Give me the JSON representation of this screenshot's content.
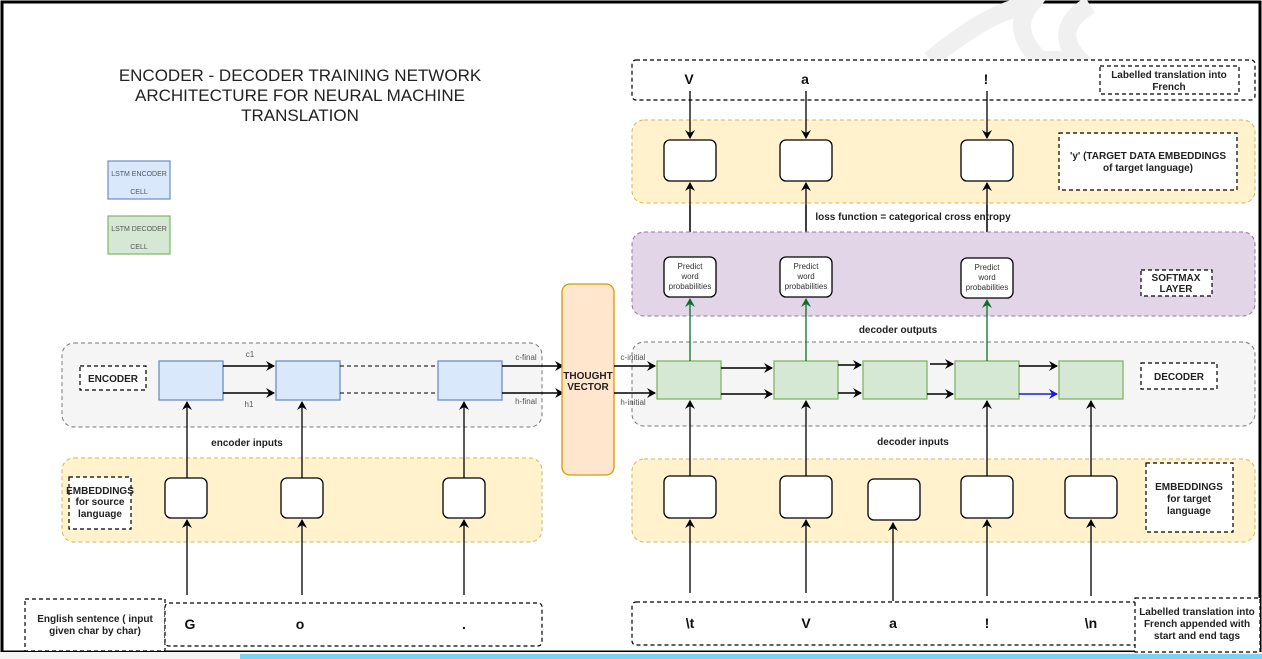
{
  "title": [
    "ENCODER - DECODER TRAINING NETWORK",
    "ARCHITECTURE FOR NEURAL MACHINE",
    "TRANSLATION"
  ],
  "legend": [
    {
      "line1": "LSTM ENCODER",
      "line2": "CELL",
      "fill": "#dae8fc",
      "stroke": "#6c8ebf"
    },
    {
      "line1": "LSTM DECODER",
      "line2": "CELL",
      "fill": "#d5e8d4",
      "stroke": "#82b366"
    }
  ],
  "encoder": {
    "label": "ENCODER",
    "inputs_label": "encoder inputs",
    "c1": "c1",
    "h1": "h1",
    "c_final": "c-final",
    "h_final": "h-final"
  },
  "source_embeddings": {
    "label": [
      "EMBEDDINGS",
      "for source",
      "language"
    ]
  },
  "source_sentence": {
    "label": [
      "English sentence ( input",
      "given char by char)"
    ],
    "chars": [
      "G",
      "o",
      "."
    ]
  },
  "thought_vector": {
    "label": [
      "THOUGHT",
      "VECTOR"
    ]
  },
  "decoder": {
    "label": "DECODER",
    "c_initial": "c-initial",
    "h_initial": "h-initial",
    "outputs_label": "decoder outputs",
    "inputs_label": "decoder inputs"
  },
  "softmax": {
    "label": [
      "SOFTMAX",
      "LAYER"
    ],
    "node_label": [
      "Predict",
      "word",
      "probabilities"
    ]
  },
  "loss_label": "loss function = categorical cross entropy",
  "target_embeddings_y": {
    "label": [
      "'y' (TARGET DATA EMBEDDINGS",
      "of target language)"
    ]
  },
  "target_output": {
    "label": [
      "Labelled translation into",
      "French"
    ],
    "chars": [
      "V",
      "a",
      "!"
    ]
  },
  "target_embeddings": {
    "label": [
      "EMBEDDINGS",
      "for target",
      "language"
    ]
  },
  "target_input": {
    "label": [
      "Labelled translation into",
      "French appended with",
      "start and end tags"
    ],
    "chars": [
      "\\t",
      "V",
      "a",
      "!",
      "\\n"
    ]
  },
  "colors": {
    "encoder_fill": "#dae8fc",
    "encoder_stroke": "#6c8ebf",
    "decoder_fill": "#d5e8d4",
    "decoder_stroke": "#82b366",
    "embed_band": "#fff2cc",
    "embed_band_stroke": "#d6b656",
    "softmax_band": "#e1d5e7",
    "softmax_band_stroke": "#9673a6",
    "thought_fill": "#ffe6cc",
    "thought_stroke": "#d79b00",
    "green_arrow": "#0b6e2d",
    "blue_arrow": "#1a1adb"
  }
}
